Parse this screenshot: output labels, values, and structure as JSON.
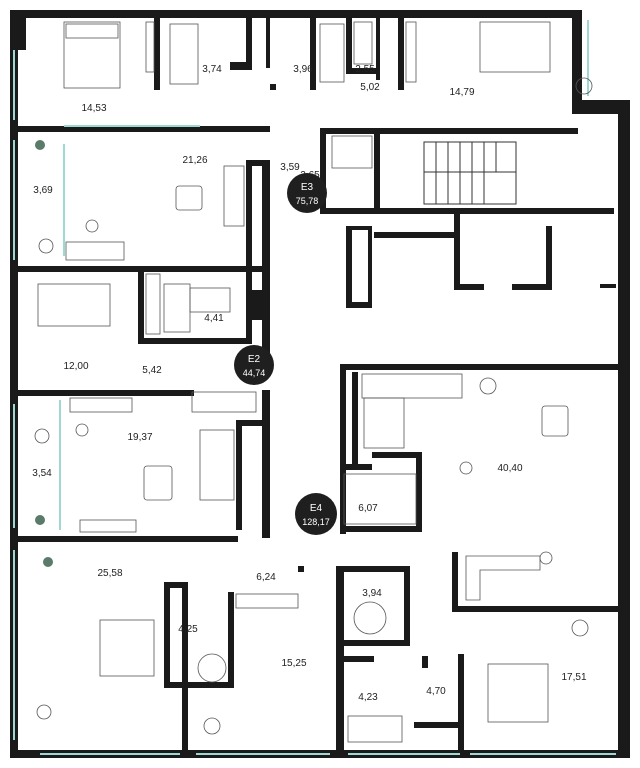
{
  "apartments": [
    {
      "code": "E3",
      "area": "75,78"
    },
    {
      "code": "E2",
      "area": "44,74"
    },
    {
      "code": "E4",
      "area": "128,17"
    }
  ],
  "rooms": {
    "r1453": "14,53",
    "r374": "3,74",
    "r396": "3,96",
    "r255": "2,55",
    "r502": "5,02",
    "r1479": "14,79",
    "r2126": "21,26",
    "r359": "3,59",
    "r265": "2,65",
    "r369": "3,69",
    "r441": "4,41",
    "r1200": "12,00",
    "r542": "5,42",
    "r1937": "19,37",
    "r354": "3,54",
    "r4040": "40,40",
    "r607": "6,07",
    "r2558": "25,58",
    "r624": "6,24",
    "r394": "3,94",
    "r425": "4,25",
    "r1525": "15,25",
    "r423": "4,23",
    "r470": "4,70",
    "r1751": "17,51"
  },
  "colors": {
    "wall": "#1a1a1a",
    "badge": "#1f1f1f",
    "glass": "#9fd8d2"
  }
}
